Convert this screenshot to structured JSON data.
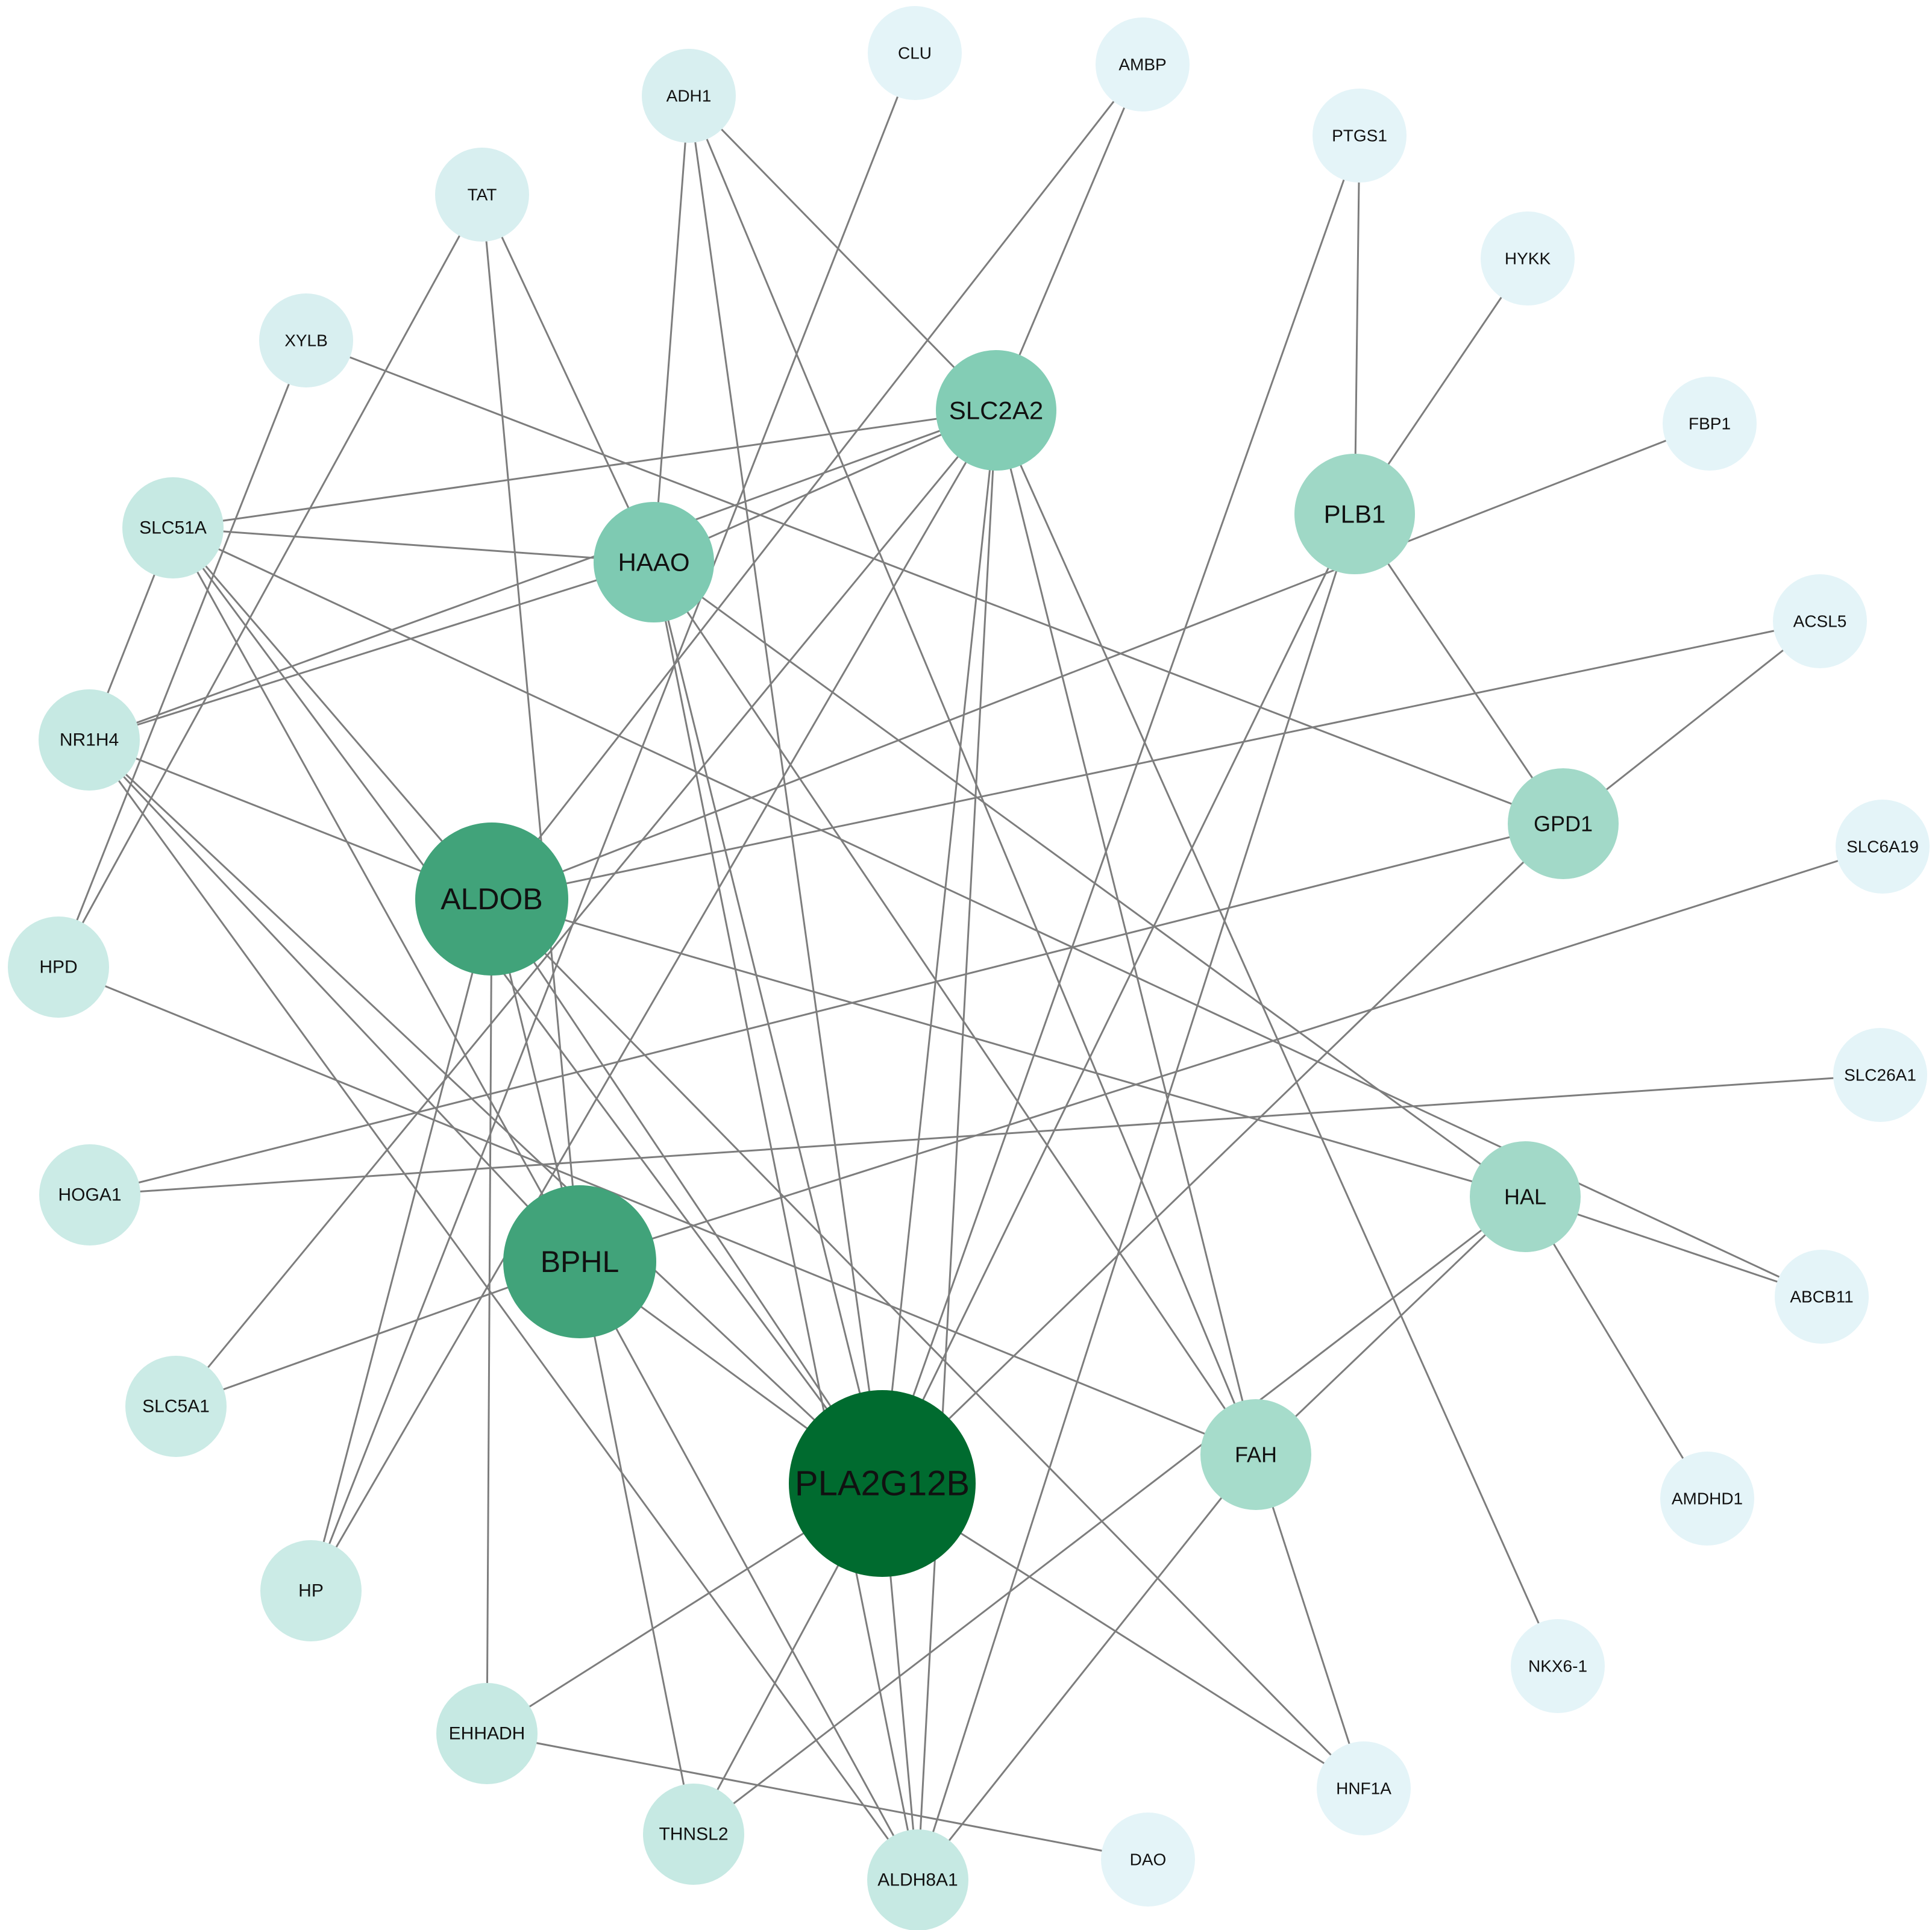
{
  "network": {
    "nodes": [
      {
        "id": "PLA2G12B",
        "label": "PLA2G12B",
        "size": 5,
        "color": "#006b2f"
      },
      {
        "id": "ALDOB",
        "label": "ALDOB",
        "size": 4,
        "color": "#41a37a"
      },
      {
        "id": "BPHL",
        "label": "BPHL",
        "size": 4,
        "color": "#41a37a"
      },
      {
        "id": "SLC2A2",
        "label": "SLC2A2",
        "size": 3,
        "color": "#83cdb5"
      },
      {
        "id": "HAAO",
        "label": "HAAO",
        "size": 3,
        "color": "#7ecab2"
      },
      {
        "id": "PLB1",
        "label": "PLB1",
        "size": 3,
        "color": "#9fd8c6"
      },
      {
        "id": "GPD1",
        "label": "GPD1",
        "size": 2,
        "color": "#a2d9c8"
      },
      {
        "id": "HAL",
        "label": "HAL",
        "size": 2,
        "color": "#a2d9c8"
      },
      {
        "id": "FAH",
        "label": "FAH",
        "size": 2,
        "color": "#a6dccb"
      },
      {
        "id": "SLC51A",
        "label": "SLC51A",
        "size": 1,
        "color": "#c6e9e3"
      },
      {
        "id": "NR1H4",
        "label": "NR1H4",
        "size": 1,
        "color": "#c6e9e3"
      },
      {
        "id": "ALDH8A1",
        "label": "ALDH8A1",
        "size": 1,
        "color": "#c6e9e3"
      },
      {
        "id": "EHHADH",
        "label": "EHHADH",
        "size": 1,
        "color": "#c6e9e3"
      },
      {
        "id": "THNSL2",
        "label": "THNSL2",
        "size": 1,
        "color": "#c6e9e3"
      },
      {
        "id": "HP",
        "label": "HP",
        "size": 1,
        "color": "#cbebe6"
      },
      {
        "id": "HPD",
        "label": "HPD",
        "size": 1,
        "color": "#cbebe6"
      },
      {
        "id": "SLC5A1",
        "label": "SLC5A1",
        "size": 1,
        "color": "#cbebe6"
      },
      {
        "id": "HOGA1",
        "label": "HOGA1",
        "size": 1,
        "color": "#cbebe6"
      },
      {
        "id": "ADH1",
        "label": "ADH1",
        "size": 0,
        "color": "#d8eff0"
      },
      {
        "id": "TAT",
        "label": "TAT",
        "size": 0,
        "color": "#d8eff0"
      },
      {
        "id": "XYLB",
        "label": "XYLB",
        "size": 0,
        "color": "#d8eff0"
      },
      {
        "id": "CLU",
        "label": "CLU",
        "size": 0,
        "color": "#e4f4f8"
      },
      {
        "id": "AMBP",
        "label": "AMBP",
        "size": 0,
        "color": "#e4f4f8"
      },
      {
        "id": "PTGS1",
        "label": "PTGS1",
        "size": 0,
        "color": "#e4f4f8"
      },
      {
        "id": "HYKK",
        "label": "HYKK",
        "size": 0,
        "color": "#e4f4f8"
      },
      {
        "id": "FBP1",
        "label": "FBP1",
        "size": 0,
        "color": "#e4f4f8"
      },
      {
        "id": "ACSL5",
        "label": "ACSL5",
        "size": 0,
        "color": "#e4f4f8"
      },
      {
        "id": "SLC6A19",
        "label": "SLC6A19",
        "size": 0,
        "color": "#e4f4f8"
      },
      {
        "id": "SLC26A1",
        "label": "SLC26A1",
        "size": 0,
        "color": "#e4f4f8"
      },
      {
        "id": "ABCB11",
        "label": "ABCB11",
        "size": 0,
        "color": "#e4f4f8"
      },
      {
        "id": "AMDHD1",
        "label": "AMDHD1",
        "size": 0,
        "color": "#e4f4f8"
      },
      {
        "id": "NKX6-1",
        "label": "NKX6-1",
        "size": 0,
        "color": "#e4f4f8"
      },
      {
        "id": "HNF1A",
        "label": "HNF1A",
        "size": 0,
        "color": "#e4f4f8"
      },
      {
        "id": "DAO",
        "label": "DAO",
        "size": 0,
        "color": "#e4f4f8"
      }
    ],
    "edges": [
      [
        "ADH1",
        "HAAO"
      ],
      [
        "ADH1",
        "SLC2A2"
      ],
      [
        "ADH1",
        "PLA2G12B"
      ],
      [
        "ADH1",
        "FAH"
      ],
      [
        "CLU",
        "HP"
      ],
      [
        "AMBP",
        "ALDOB"
      ],
      [
        "AMBP",
        "SLC2A2"
      ],
      [
        "PTGS1",
        "PLB1"
      ],
      [
        "PTGS1",
        "PLA2G12B"
      ],
      [
        "HYKK",
        "PLB1"
      ],
      [
        "FBP1",
        "ALDOB"
      ],
      [
        "TAT",
        "BPHL"
      ],
      [
        "TAT",
        "HAAO"
      ],
      [
        "TAT",
        "HPD"
      ],
      [
        "XYLB",
        "HPD"
      ],
      [
        "XYLB",
        "GPD1"
      ],
      [
        "SLC2A2",
        "SLC51A"
      ],
      [
        "SLC2A2",
        "HAAO"
      ],
      [
        "SLC2A2",
        "NR1H4"
      ],
      [
        "SLC2A2",
        "HP"
      ],
      [
        "SLC2A2",
        "SLC5A1"
      ],
      [
        "SLC2A2",
        "PLA2G12B"
      ],
      [
        "SLC2A2",
        "ALDH8A1"
      ],
      [
        "SLC2A2",
        "FAH"
      ],
      [
        "SLC2A2",
        "NKX6-1"
      ],
      [
        "HAAO",
        "SLC51A"
      ],
      [
        "HAAO",
        "NR1H4"
      ],
      [
        "HAAO",
        "PLA2G12B"
      ],
      [
        "HAAO",
        "ALDH8A1"
      ],
      [
        "HAAO",
        "FAH"
      ],
      [
        "HAAO",
        "HAL"
      ],
      [
        "PLB1",
        "GPD1"
      ],
      [
        "PLB1",
        "PLA2G12B"
      ],
      [
        "PLB1",
        "ALDH8A1"
      ],
      [
        "ACSL5",
        "GPD1"
      ],
      [
        "ACSL5",
        "ALDOB"
      ],
      [
        "GPD1",
        "PLA2G12B"
      ],
      [
        "GPD1",
        "HOGA1"
      ],
      [
        "SLC6A19",
        "BPHL"
      ],
      [
        "SLC51A",
        "NR1H4"
      ],
      [
        "SLC51A",
        "ALDOB"
      ],
      [
        "SLC51A",
        "BPHL"
      ],
      [
        "SLC51A",
        "PLA2G12B"
      ],
      [
        "SLC51A",
        "ABCB11"
      ],
      [
        "NR1H4",
        "ALDOB"
      ],
      [
        "NR1H4",
        "BPHL"
      ],
      [
        "NR1H4",
        "PLA2G12B"
      ],
      [
        "NR1H4",
        "ALDH8A1"
      ],
      [
        "ALDOB",
        "HP"
      ],
      [
        "ALDOB",
        "EHHADH"
      ],
      [
        "ALDOB",
        "BPHL"
      ],
      [
        "ALDOB",
        "PLA2G12B"
      ],
      [
        "ALDOB",
        "HAL"
      ],
      [
        "ALDOB",
        "HNF1A"
      ],
      [
        "HPD",
        "FAH"
      ],
      [
        "HOGA1",
        "SLC26A1"
      ],
      [
        "BPHL",
        "SLC5A1"
      ],
      [
        "BPHL",
        "PLA2G12B"
      ],
      [
        "BPHL",
        "THNSL2"
      ],
      [
        "BPHL",
        "ALDH8A1"
      ],
      [
        "PLA2G12B",
        "EHHADH"
      ],
      [
        "PLA2G12B",
        "THNSL2"
      ],
      [
        "PLA2G12B",
        "ALDH8A1"
      ],
      [
        "PLA2G12B",
        "HNF1A"
      ],
      [
        "EHHADH",
        "DAO"
      ],
      [
        "HAL",
        "ABCB11"
      ],
      [
        "HAL",
        "AMDHD1"
      ],
      [
        "HAL",
        "FAH"
      ],
      [
        "HAL",
        "THNSL2"
      ],
      [
        "FAH",
        "HNF1A"
      ],
      [
        "FAH",
        "ALDH8A1"
      ]
    ]
  }
}
